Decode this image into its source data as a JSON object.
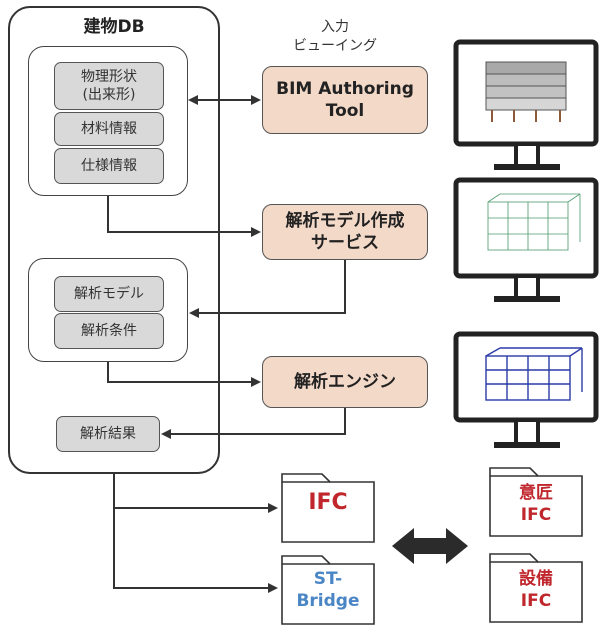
{
  "db": {
    "title": "建物DB",
    "group1": {
      "items": [
        "物理形状\n(出来形)",
        "材料情報",
        "仕様情報"
      ]
    },
    "group2": {
      "items": [
        "解析モデル",
        "解析条件"
      ]
    },
    "result": "解析結果"
  },
  "processes": {
    "viewing_caption": "入力\nビューイング",
    "bim": "BIM Authoring\nTool",
    "model_service": "解析モデル作成\nサービス",
    "engine": "解析エンジン"
  },
  "files": {
    "ifc": "IFC",
    "stbridge": "ST-\nBridge",
    "design_ifc": "意匠\nIFC",
    "equipment_ifc": "設備\nIFC"
  },
  "colors": {
    "ifc_text": "#c0272d",
    "stbridge_text": "#4a86c5",
    "process_fill": "#f3d9c8",
    "item_fill": "#d9d9d9"
  },
  "icons": [
    "monitor-icon",
    "folder-icon",
    "double-arrow-icon"
  ]
}
